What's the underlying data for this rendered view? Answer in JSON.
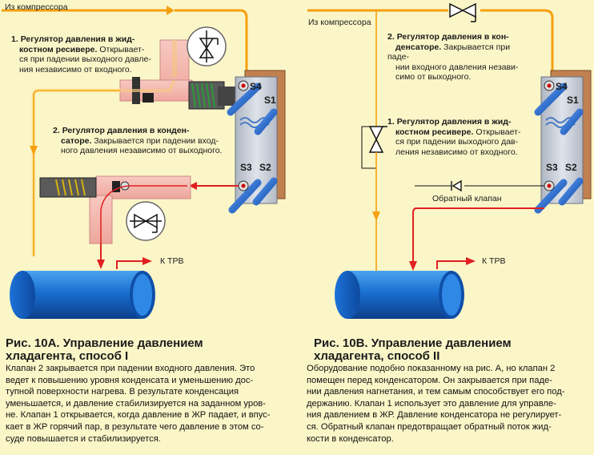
{
  "colors": {
    "background": "#fbf6c8",
    "hot_line": "#f5a00f",
    "hot_line_light": "#fde7a0",
    "liquid_line": "#e02020",
    "receiver": "#1466c8",
    "valve_body": "#f3b7b0",
    "exchanger_plate": "#c9cfd8",
    "exchanger_back": "#c08050",
    "blue_pipe": "#1a5fd0"
  },
  "panel_a": {
    "compressor_label": "Из компрессора",
    "note1_num": "1.",
    "note1_title": "Регулятор давления в жид-",
    "note1_title2": "костном ресивере.",
    "note1_text_a": " Открывает-",
    "note1_text_b": "ся при падении выходного давле-",
    "note1_text_c": "ния независимо от входного.",
    "note2_num": "2.",
    "note2_title": "Регулятор давления в конден-",
    "note2_title2": "саторе.",
    "note2_text_a": " Закрывается при падении вход-",
    "note2_text_b": "ного давления независимо от выходного.",
    "ports": [
      "S4",
      "S1",
      "S3",
      "S2"
    ],
    "trv_label": "К ТРВ",
    "figure_title_line1": "Рис. 10А. Управление давлением",
    "figure_title_line2": "хладагента, способ I",
    "body_lines": [
      "Клапан 2 закрывается при падении входного давления. Это",
      "ведет к повышению уровня конденсата и уменьшению дос-",
      "тупной поверхности нагрева. В результате конденсация",
      "уменьшается, и давление стабилизируется на заданном уров-",
      "не. Клапан 1 открывается, когда давление в ЖР падает, и впус-",
      "кает в ЖР горячий пар, в результате чего давление в этом со-",
      "суде повышается и стабилизируется."
    ]
  },
  "panel_b": {
    "compressor_label": "Из компрессора",
    "note2_num": "2.",
    "note2_title": "Регулятор давления в кон-",
    "note2_title2": "денсаторе.",
    "note2_text_a": " Закрывается при паде-",
    "note2_text_b": "нии входного давления незави-",
    "note2_text_c": "симо от выходного.",
    "note1_num": "1.",
    "note1_title": "Регулятор давления в жид-",
    "note1_title2": "костном ресивере.",
    "note1_text_a": " Открывает-",
    "note1_text_b": "ся при падении выходного дав-",
    "note1_text_c": "ления независимо от входного.",
    "check_valve_label": "Обратный клапан",
    "ports": [
      "S4",
      "S1",
      "S3",
      "S2"
    ],
    "trv_label": "К ТРВ",
    "figure_title_line1": "Рис. 10В. Управление давлением",
    "figure_title_line2": "хладагента, способ II",
    "body_lines": [
      "Оборудование подобно показанному на рис. А, но клапан 2",
      "помещен перед конденсатором. Он закрывается при паде-",
      "нии давления нагнетания, и тем самым способствует его под-",
      "держанию. Клапан 1 использует это давление для управле-",
      "ния давлением в ЖР. Давление конденсатора не регулирует-",
      "ся. Обратный клапан предотвращает обратный поток жид-",
      "кости в конденсатор."
    ]
  }
}
